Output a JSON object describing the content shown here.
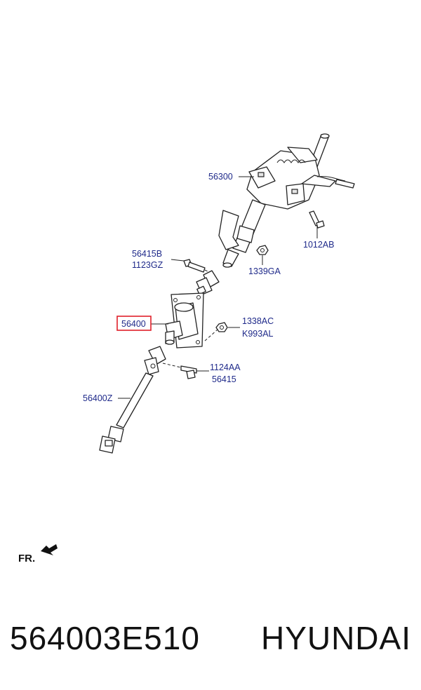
{
  "labels": {
    "p56300": "56300",
    "p1012ab": "1012AB",
    "p56415b": "56415B",
    "p1123gz": "1123GZ",
    "p1339ga": "1339GA",
    "p56400": "56400",
    "p1338ac": "1338AC",
    "pk993al": "K993AL",
    "p1124aa": "1124AA",
    "p56415": "56415",
    "p56400z": "56400Z"
  },
  "direction_label": "FR.",
  "footer": {
    "part_number": "564003E510",
    "brand": "HYUNDAI"
  },
  "colors": {
    "label_text": "#1f2a8a",
    "highlight_box": "#e0202a"
  }
}
